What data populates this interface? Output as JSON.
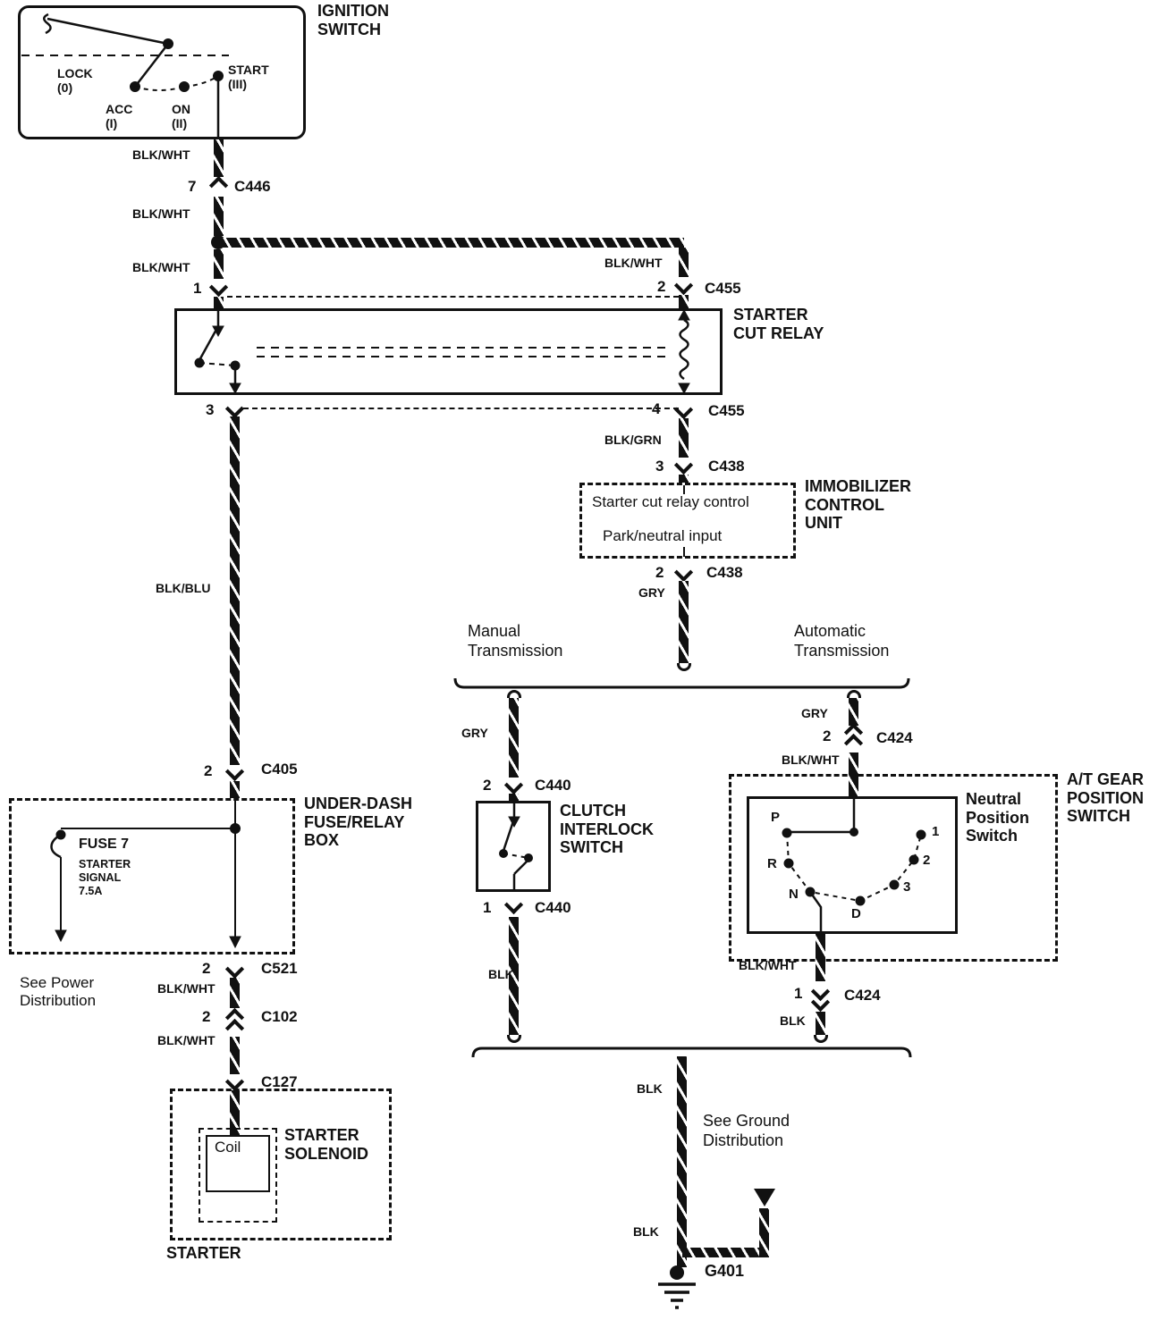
{
  "ignition": {
    "title": "IGNITION\nSWITCH",
    "lock": "LOCK\n(0)",
    "acc": "ACC\n(I)",
    "on": "ON\n(II)",
    "start": "START\n(III)"
  },
  "wires": {
    "blk_wht": "BLK/WHT",
    "blk_grn": "BLK/GRN",
    "blk_blu": "BLK/BLU",
    "gry": "GRY",
    "blk": "BLK"
  },
  "connectors": {
    "c446": "C446",
    "c455": "C455",
    "c438": "C438",
    "c440": "C440",
    "c424": "C424",
    "c405": "C405",
    "c521": "C521",
    "c102": "C102",
    "c127": "C127"
  },
  "pins": {
    "n1": "1",
    "n2": "2",
    "n3": "3",
    "n4": "4",
    "n7": "7"
  },
  "relay": {
    "title": "STARTER\nCUT RELAY"
  },
  "immobilizer": {
    "title": "IMMOBILIZER\nCONTROL\nUNIT",
    "row1": "Starter cut relay control",
    "row2": "Park/neutral input"
  },
  "branches": {
    "manual": "Manual\nTransmission",
    "auto": "Automatic\nTransmission"
  },
  "clutch": {
    "title": "CLUTCH\nINTERLOCK\nSWITCH"
  },
  "at_gear": {
    "title": "A/T GEAR\nPOSITION\nSWITCH",
    "neutral": "Neutral\nPosition\nSwitch",
    "p": "P",
    "r": "R",
    "n": "N",
    "d": "D",
    "g1": "1",
    "g2": "2",
    "g3": "3"
  },
  "fuse_box": {
    "title": "UNDER-DASH\nFUSE/RELAY\nBOX",
    "fuse": "FUSE 7",
    "fuse_detail": "STARTER\nSIGNAL\n7.5A"
  },
  "starter": {
    "box_label": "STARTER",
    "solenoid": "STARTER\nSOLENOID",
    "coil": "Coil"
  },
  "notes": {
    "power": "See Power\nDistribution",
    "ground": "See Ground\nDistribution"
  },
  "ground": {
    "label": "G401"
  }
}
